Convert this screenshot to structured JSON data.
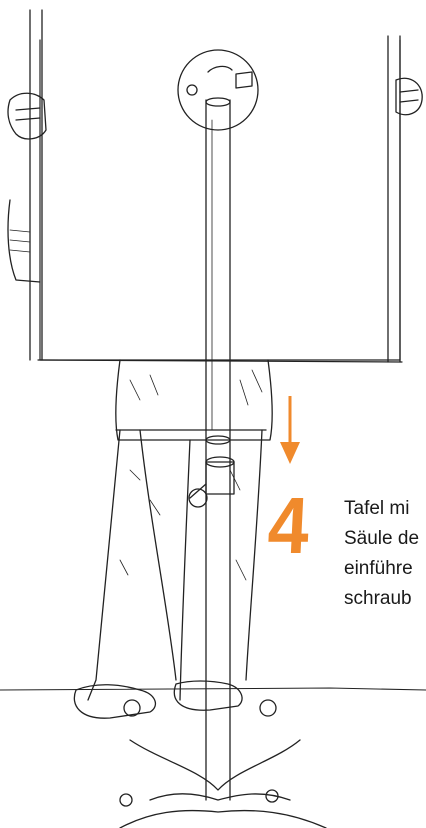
{
  "step": {
    "number": "4",
    "caption_lines": [
      "Tafel mi",
      "Säule de",
      "einführe",
      "schraub"
    ]
  },
  "colors": {
    "accent": "#f08a2c",
    "ink": "#1a1a1a",
    "background": "#ffffff"
  },
  "icons": {
    "arrow": "arrow-down-icon"
  }
}
